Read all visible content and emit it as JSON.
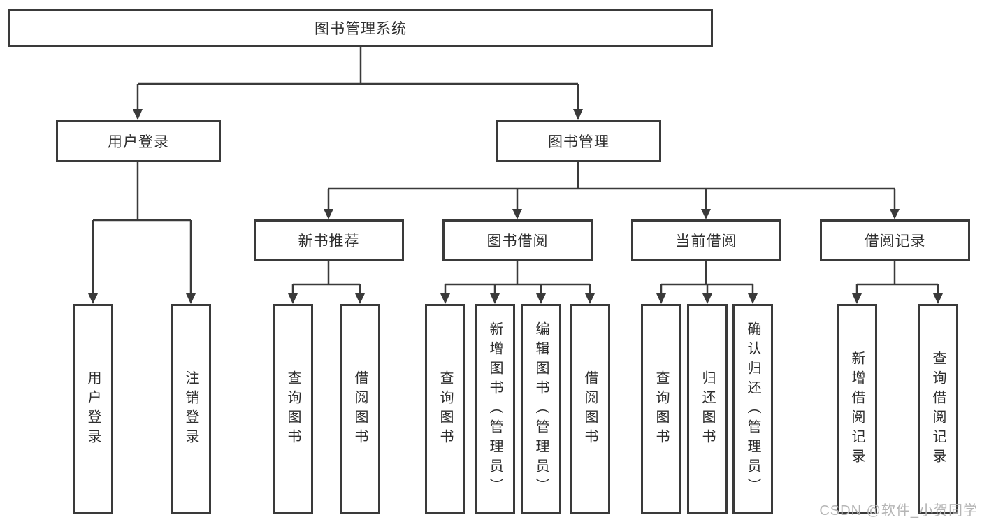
{
  "diagram": {
    "tree": {
      "label": "图书管理系统",
      "children": [
        {
          "label": "用户登录",
          "children": [
            {
              "label": "用户登录"
            },
            {
              "label": "注销登录"
            }
          ]
        },
        {
          "label": "图书管理",
          "children": [
            {
              "label": "新书推荐",
              "children": [
                {
                  "label": "查询图书"
                },
                {
                  "label": "借阅图书"
                }
              ]
            },
            {
              "label": "图书借阅",
              "children": [
                {
                  "label": "查询图书"
                },
                {
                  "label": "新增图书（管理员）"
                },
                {
                  "label": "编辑图书（管理员）"
                },
                {
                  "label": "借阅图书"
                }
              ]
            },
            {
              "label": "当前借阅",
              "children": [
                {
                  "label": "查询图书"
                },
                {
                  "label": "归还图书"
                },
                {
                  "label": "确认归还（管理员）"
                }
              ]
            },
            {
              "label": "借阅记录",
              "children": [
                {
                  "label": "新增借阅记录"
                },
                {
                  "label": "查询借阅记录"
                }
              ]
            }
          ]
        }
      ]
    },
    "colors": {
      "line": "#3a3a3a",
      "text": "#2e2e2e",
      "background": "#ffffff",
      "watermark": "#b5b5b5"
    }
  },
  "watermark": {
    "text": "CSDN @软件_小贺同学"
  }
}
